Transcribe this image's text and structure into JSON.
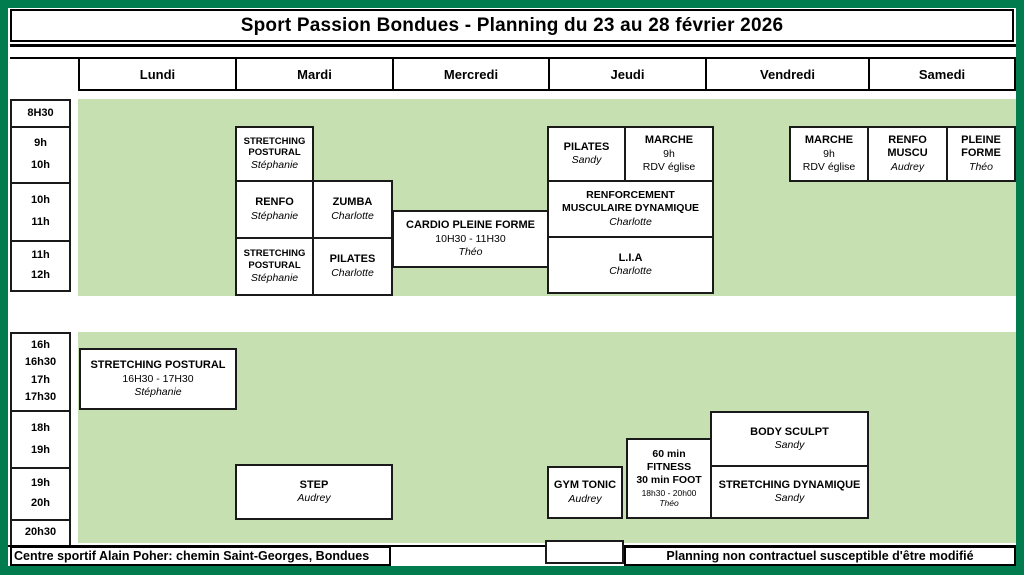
{
  "title": "Sport Passion Bondues - Planning du 23 au 28 février 2026",
  "days": [
    "Lundi",
    "Mardi",
    "Mercredi",
    "Jeudi",
    "Vendredi",
    "Samedi"
  ],
  "time_slots": {
    "morning": [
      [
        "8H30"
      ],
      [
        "9h",
        "10h"
      ],
      [
        "10h",
        "11h"
      ],
      [
        "11h",
        "12h"
      ]
    ],
    "afternoon": [
      [
        "16h",
        "16h30",
        "17h",
        "17h30"
      ],
      [
        "18h",
        "19h"
      ],
      [
        "19h",
        "20h"
      ],
      [
        "20h30"
      ]
    ]
  },
  "cards": [
    {
      "id": "mardi-stretching-postural-9h",
      "day": "Mardi",
      "lines": [
        {
          "k": "t9",
          "x": "STRETCHING POSTURAL"
        },
        {
          "k": "n",
          "x": "Stéphanie"
        }
      ]
    },
    {
      "id": "mardi-renfo",
      "day": "Mardi",
      "lines": [
        {
          "k": "t",
          "x": "RENFO"
        },
        {
          "k": "n",
          "x": "Stéphanie"
        }
      ]
    },
    {
      "id": "mardi-zumba",
      "day": "Mardi",
      "lines": [
        {
          "k": "t",
          "x": "ZUMBA"
        },
        {
          "k": "n",
          "x": "Charlotte"
        }
      ]
    },
    {
      "id": "mardi-stretching-postural-11h",
      "day": "Mardi",
      "lines": [
        {
          "k": "t9",
          "x": "STRETCHING POSTURAL"
        },
        {
          "k": "n",
          "x": "Stéphanie"
        }
      ]
    },
    {
      "id": "mardi-pilates",
      "day": "Mardi",
      "lines": [
        {
          "k": "t",
          "x": "PILATES"
        },
        {
          "k": "n",
          "x": "Charlotte"
        }
      ]
    },
    {
      "id": "mercredi-cardio-pleine-forme",
      "day": "Mercredi",
      "lines": [
        {
          "k": "t",
          "x": "CARDIO PLEINE FORME"
        },
        {
          "k": "i",
          "x": "10H30 - 11H30"
        },
        {
          "k": "n",
          "x": "Théo"
        }
      ]
    },
    {
      "id": "jeudi-pilates",
      "day": "Jeudi",
      "lines": [
        {
          "k": "t",
          "x": "PILATES"
        },
        {
          "k": "n",
          "x": "Sandy"
        }
      ]
    },
    {
      "id": "jeudi-marche",
      "day": "Jeudi",
      "lines": [
        {
          "k": "t",
          "x": "MARCHE"
        },
        {
          "k": "i",
          "x": "9h"
        },
        {
          "k": "i",
          "x": "RDV église"
        }
      ]
    },
    {
      "id": "jeudi-renforcement-musculaire",
      "day": "Jeudi",
      "lines": [
        {
          "k": "t10",
          "x": "RENFORCEMENT MUSCULAIRE DYNAMIQUE"
        },
        {
          "k": "n",
          "x": "Charlotte"
        }
      ]
    },
    {
      "id": "jeudi-lia",
      "day": "Jeudi",
      "lines": [
        {
          "k": "t",
          "x": "L.I.A"
        },
        {
          "k": "n",
          "x": "Charlotte"
        }
      ]
    },
    {
      "id": "vendredi-marche",
      "day": "Vendredi",
      "lines": [
        {
          "k": "t",
          "x": "MARCHE"
        },
        {
          "k": "i",
          "x": "9h"
        },
        {
          "k": "i",
          "x": "RDV église"
        }
      ]
    },
    {
      "id": "samedi-renfo-muscu",
      "day": "Samedi",
      "lines": [
        {
          "k": "t",
          "x": "RENFO MUSCU"
        },
        {
          "k": "n",
          "x": "Audrey"
        }
      ]
    },
    {
      "id": "samedi-pleine-forme",
      "day": "Samedi",
      "lines": [
        {
          "k": "t",
          "x": "PLEINE FORME"
        },
        {
          "k": "n",
          "x": "Théo"
        }
      ]
    },
    {
      "id": "lundi-stretching-postural",
      "day": "Lundi",
      "lines": [
        {
          "k": "t",
          "x": "STRETCHING POSTURAL"
        },
        {
          "k": "i",
          "x": "16H30 - 17H30"
        },
        {
          "k": "n",
          "x": "Stéphanie"
        }
      ]
    },
    {
      "id": "mardi-step",
      "day": "Mardi",
      "lines": [
        {
          "k": "t",
          "x": "STEP"
        },
        {
          "k": "n",
          "x": "Audrey"
        }
      ]
    },
    {
      "id": "jeudi-gym-tonic",
      "day": "Jeudi",
      "lines": [
        {
          "k": "t",
          "x": "GYM TONIC"
        },
        {
          "k": "n",
          "x": "Audrey"
        }
      ]
    },
    {
      "id": "jeudi-fitness-foot",
      "day": "Jeudi",
      "lines": [
        {
          "k": "t10",
          "x": "60 min FITNESS"
        },
        {
          "k": "t10",
          "x": "30 min FOOT"
        },
        {
          "k": "si",
          "x": "18h30 - 20h00"
        },
        {
          "k": "sn",
          "x": "Théo"
        }
      ]
    },
    {
      "id": "vendredi-body-sculpt",
      "day": "Vendredi",
      "lines": [
        {
          "k": "t",
          "x": "BODY SCULPT"
        },
        {
          "k": "n",
          "x": "Sandy"
        }
      ]
    },
    {
      "id": "vendredi-stretching-dynamique",
      "day": "Vendredi",
      "lines": [
        {
          "k": "t",
          "x": "STRETCHING DYNAMIQUE"
        },
        {
          "k": "n",
          "x": "Sandy"
        }
      ]
    }
  ],
  "footer": {
    "left": "Centre sportif Alain Poher: chemin Saint-Georges, Bondues",
    "right": "Planning non contractuel susceptible d'être modifié"
  },
  "colors": {
    "frame_green": "#007c4e",
    "session_green": "#c7e0b2"
  }
}
